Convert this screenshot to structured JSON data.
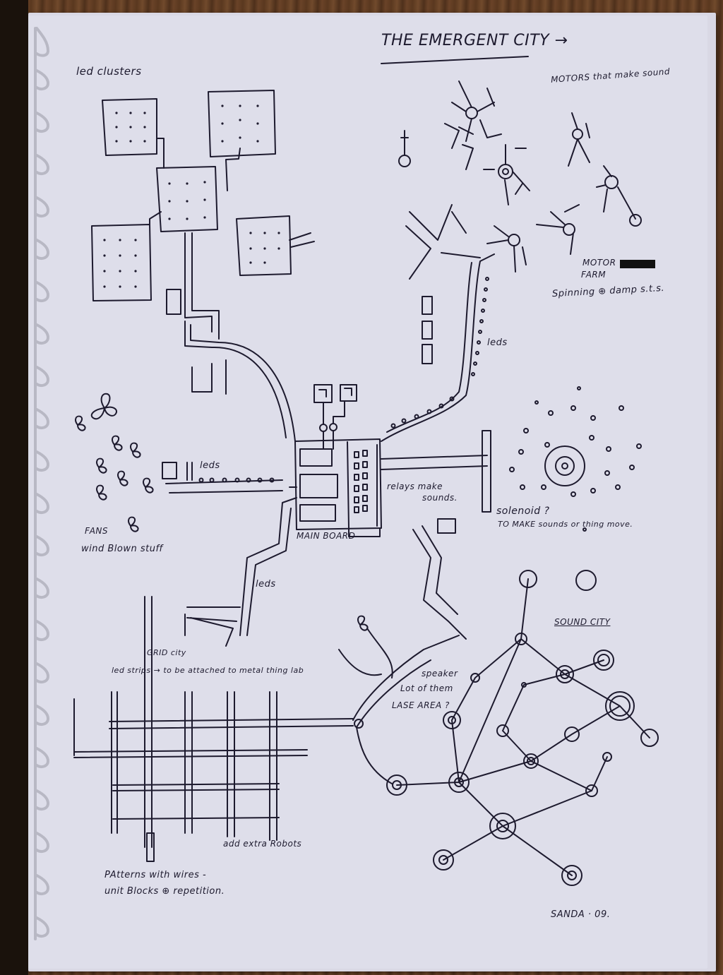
{
  "page": {
    "title": "THE EMERGENT CITY",
    "title_arrow": "→",
    "signature": "SANDA · 09.",
    "colors": {
      "paper": "#dedeea",
      "ink": "#1d1a2e",
      "wood": "#5a3a22",
      "spiral": "#b8b8c0"
    }
  },
  "labels": {
    "led_clusters": "led clusters",
    "motors_sound": "MOTORS that make sound",
    "motor_farm_1": "MOTOR",
    "motor_farm_2": "FARM",
    "spinning": "Spinning ⊕ damp s.t.s.",
    "leds_right": "leds",
    "leds_left": "leds",
    "leds_lower": "leds",
    "main_board": "MAIN BOARD",
    "relays": "relays make",
    "relays_2": "sounds.",
    "solenoid": "solenoid ?",
    "solenoid_2": "TO MAKE sounds or thing move.",
    "fans": "FANS",
    "wind": "wind Blown stuff",
    "grid_city": "GRID city",
    "led_strips": "led strips → to be attached to metal thing lab",
    "speaker_1": "speaker",
    "speaker_2": "Lot of them",
    "speaker_3": "LASE AREA ?",
    "sound_city": "SOUND CITY",
    "add_robots": "add extra Robots",
    "patterns_1": "PAtterns with wires -",
    "patterns_2": "unit Blocks ⊕ repetition."
  },
  "icons": {
    "fan": "fan-propeller-icon",
    "motor": "motor-circle-icon",
    "speaker_node": "speaker-node-icon"
  }
}
